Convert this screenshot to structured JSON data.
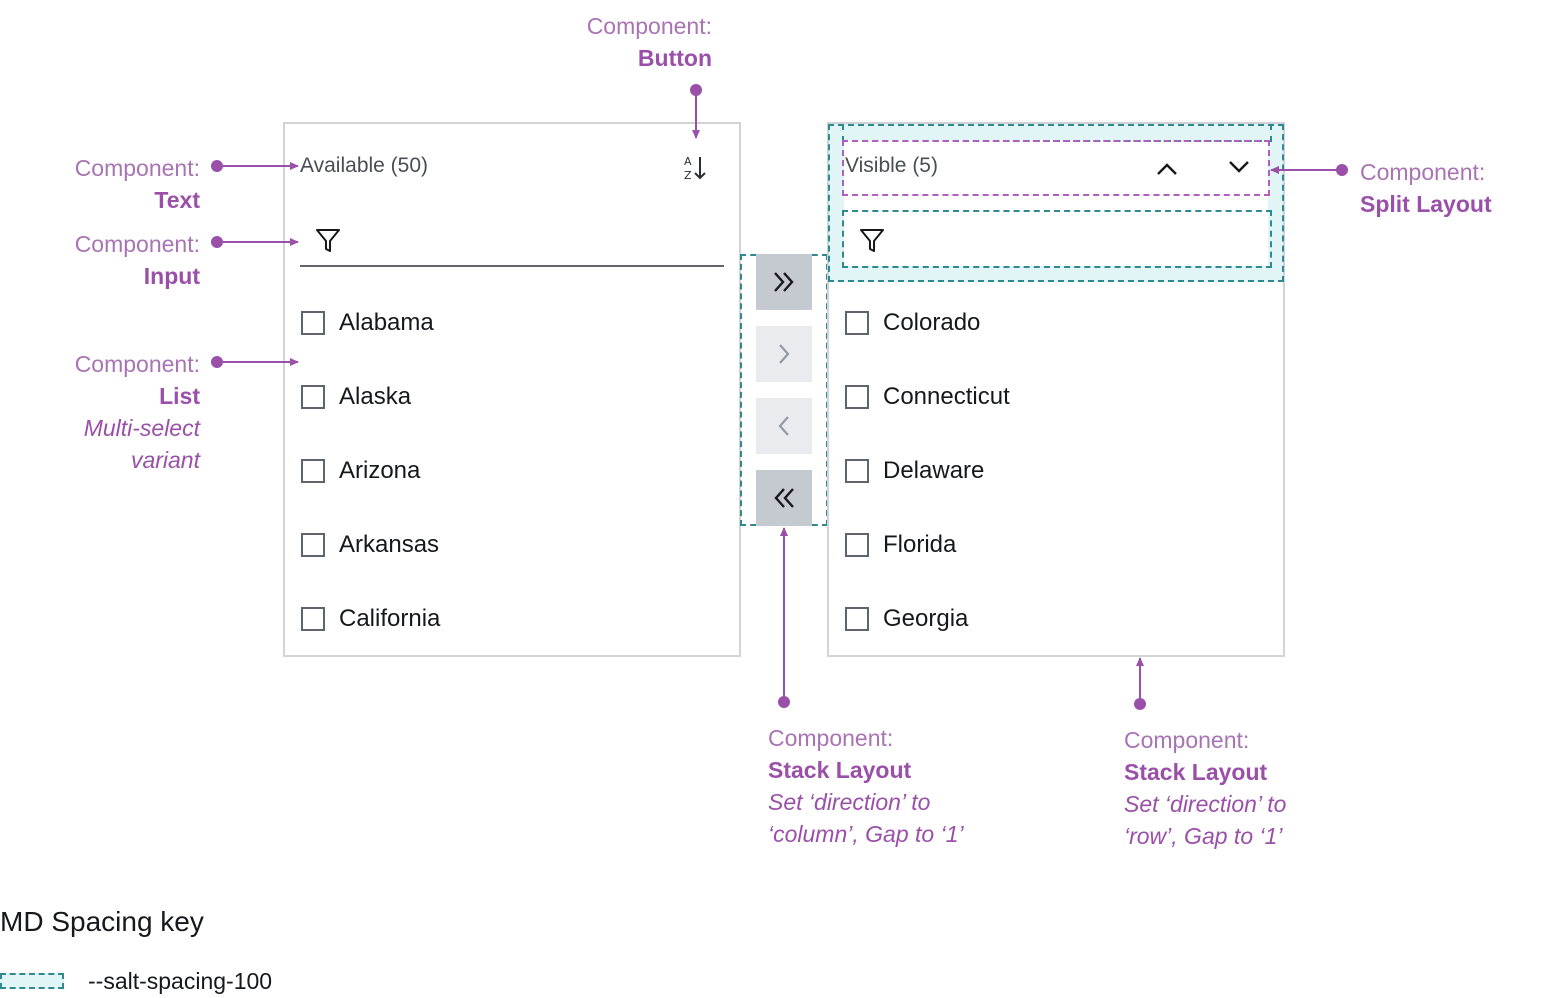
{
  "annotations": {
    "button": {
      "label": "Component:",
      "name": "Button"
    },
    "text": {
      "label": "Component:",
      "name": "Text"
    },
    "input": {
      "label": "Component:",
      "name": "Input"
    },
    "list": {
      "label": "Component:",
      "name": "List",
      "note1": "Multi-select",
      "note2": "variant"
    },
    "split_layout": {
      "label": "Component:",
      "name": "Split Layout"
    },
    "stack_column": {
      "label": "Component:",
      "name": "Stack Layout",
      "note1": "Set ‘direction’ to",
      "note2": "‘column’, Gap to ‘1’"
    },
    "stack_row": {
      "label": "Component:",
      "name": "Stack Layout",
      "note1": "Set ‘direction’ to",
      "note2": "‘row’, Gap to ‘1’"
    }
  },
  "available_panel": {
    "title": "Available (50)",
    "items": [
      "Alabama",
      "Alaska",
      "Arizona",
      "Arkansas",
      "California"
    ]
  },
  "visible_panel": {
    "title": "Visible (5)",
    "items": [
      "Colorado",
      "Connecticut",
      "Delaware",
      "Florida",
      "Georgia"
    ]
  },
  "transfer_buttons": [
    {
      "icon": "chevron-double-right-icon",
      "state": "active"
    },
    {
      "icon": "chevron-right-icon",
      "state": "disabled"
    },
    {
      "icon": "chevron-left-icon",
      "state": "disabled"
    },
    {
      "icon": "chevron-double-left-icon",
      "state": "active"
    }
  ],
  "spacing_key": {
    "title": "MD Spacing key",
    "entry": "--salt-spacing-100"
  },
  "colors": {
    "annotation": "#9a50a9",
    "teal_dash": "#2f8a8f",
    "purple_dash": "#b05ec0",
    "panel_border": "#d2d3d6"
  }
}
